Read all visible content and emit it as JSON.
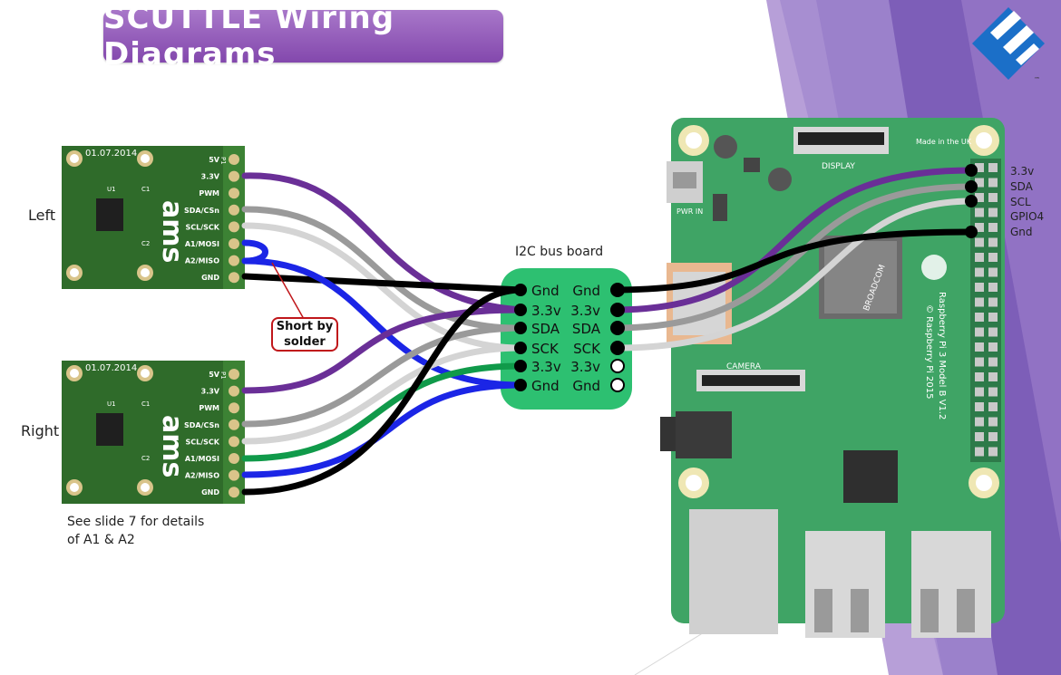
{
  "title": "SCUTTLE Wiring Diagrams",
  "sensors": {
    "left_label": "Left",
    "right_label": "Right",
    "board_date": "01.07.2014",
    "board_brand": "ams",
    "pins": [
      "5V",
      "3.3V",
      "PWM",
      "SDA/CSn",
      "SCL/SCK",
      "A1/MOSI",
      "A2/MISO",
      "GND"
    ],
    "header_label": "P1",
    "part_label": "U1",
    "cap1": "C1",
    "cap2": "C2"
  },
  "callout": {
    "line1": "Short by",
    "line2": "solder"
  },
  "note": {
    "line1": "See slide 7 for details",
    "line2": "of A1 & A2"
  },
  "bus_board": {
    "title": "I2C bus board",
    "left_labels": [
      "Gnd",
      "3.3v",
      "SDA",
      "SCK",
      "3.3v",
      "Gnd"
    ],
    "right_labels": [
      "Gnd",
      "3.3v",
      "SDA",
      "SCK",
      "3.3v",
      "Gnd"
    ],
    "color": "#2dc071"
  },
  "raspberry_pi": {
    "made_in": "Made in the UK",
    "display": "DISPLAY",
    "camera": "CAMERA",
    "pwr_in": "PWR IN",
    "model": "Raspberry Pi 3 Model B V1.2",
    "copyright": "© Raspberry Pi 2015",
    "chip_brand": "BROADCOM",
    "board_color": "#3fa465",
    "pin_labels": [
      "3.3v",
      "SDA",
      "SCL",
      "GPIO4",
      "Gnd"
    ]
  },
  "wire_colors": {
    "purple": "#6a2f97",
    "gray": "#9a9a9a",
    "light_gray": "#d4d4d4",
    "black": "#000000",
    "blue": "#1b25e6",
    "green": "#109a4a"
  },
  "icons": [
    "logo-icon"
  ]
}
